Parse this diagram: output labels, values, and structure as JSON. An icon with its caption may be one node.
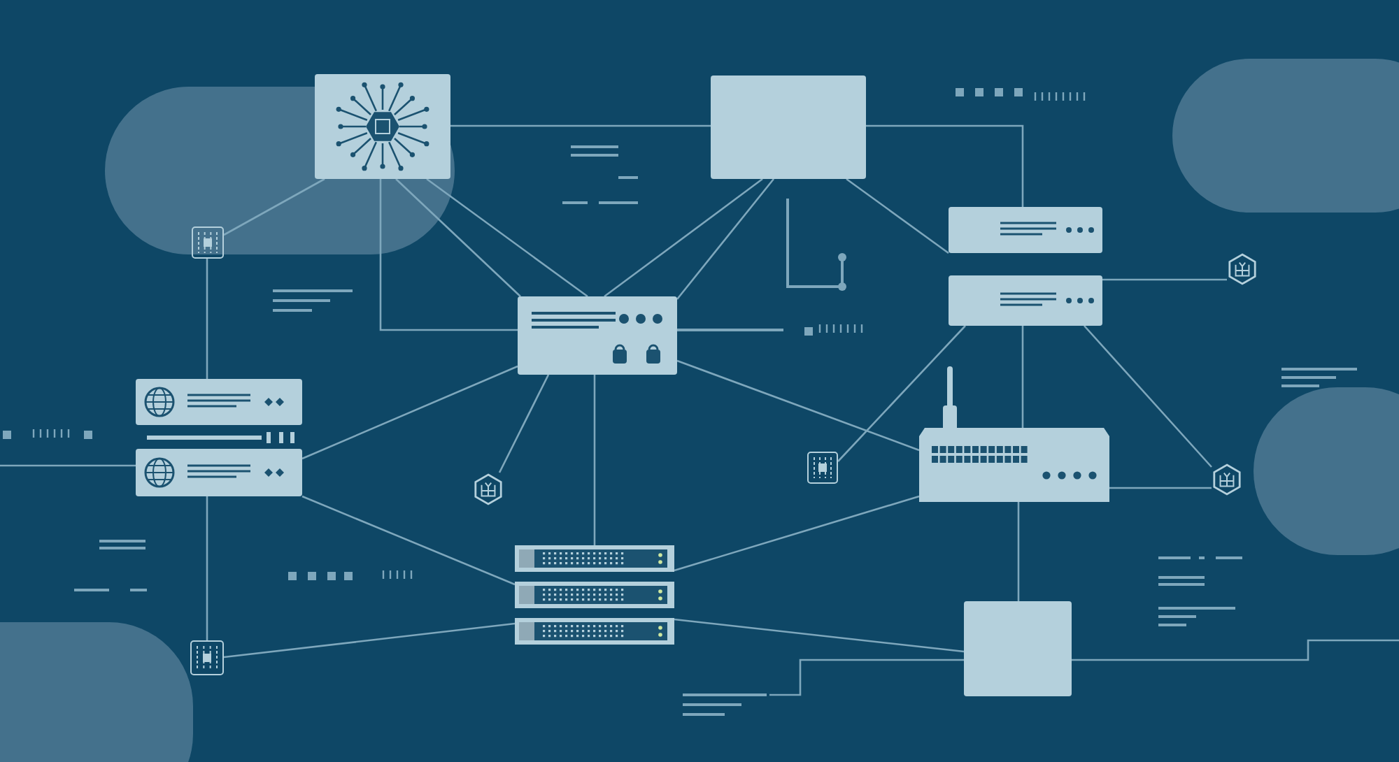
{
  "diagram": {
    "nodes": [
      {
        "text": [],
        "shape": "box"
      },
      {
        "text": [],
        "shape": "box"
      },
      {
        "text": [],
        "shape": "picture"
      },
      {
        "text": [],
        "shape": "box"
      },
      {
        "text": [],
        "shape": "box"
      },
      {
        "text": [],
        "shape": "box"
      },
      {
        "text": [],
        "shape": "picture"
      },
      {
        "text": [],
        "shape": "box"
      },
      {
        "text": [],
        "shape": "box"
      },
      {
        "text": [],
        "shape": "picture"
      },
      {
        "text": [],
        "shape": "picture"
      },
      {
        "text": [],
        "shape": "picture"
      },
      {
        "text": [],
        "shape": "picture"
      },
      {
        "text": [],
        "shape": "picture"
      },
      {
        "text": [],
        "shape": "picture"
      },
      {
        "text": [],
        "shape": "box"
      }
    ],
    "edges": [
      {
        "from": 0,
        "to": 1,
        "arrow": "none"
      },
      {
        "from": 0,
        "to": 2,
        "arrow": "none"
      },
      {
        "from": 0,
        "to": 3,
        "arrow": "none"
      },
      {
        "from": 0,
        "to": 3,
        "arrow": "none"
      },
      {
        "from": 0,
        "to": 3,
        "arrow": "none"
      },
      {
        "from": 1,
        "to": 3,
        "arrow": "none"
      },
      {
        "from": 1,
        "to": 3,
        "arrow": "none"
      },
      {
        "from": 1,
        "to": 4,
        "arrow": "none"
      },
      {
        "from": 1,
        "to": 4,
        "arrow": "none"
      },
      {
        "from": 2,
        "to": 7,
        "arrow": "none"
      },
      {
        "from": 3,
        "to": 8,
        "arrow": "none"
      },
      {
        "from": 3,
        "to": 9,
        "arrow": "none"
      },
      {
        "from": 3,
        "to": 13,
        "arrow": "none"
      },
      {
        "from": 3,
        "to": 11,
        "arrow": "none"
      },
      {
        "from": 5,
        "to": 6,
        "arrow": "none"
      },
      {
        "from": 5,
        "to": 10,
        "arrow": "none"
      },
      {
        "from": 5,
        "to": 11,
        "arrow": "none"
      },
      {
        "from": 5,
        "to": 12,
        "arrow": "none"
      },
      {
        "from": 11,
        "to": 12,
        "arrow": "none"
      },
      {
        "from": 11,
        "to": 15,
        "arrow": "none"
      },
      {
        "from": 11,
        "to": 13,
        "arrow": "none"
      },
      {
        "from": 13,
        "to": 15,
        "arrow": "none"
      },
      {
        "from": 8,
        "to": 13,
        "arrow": "none"
      },
      {
        "from": 14,
        "to": 13,
        "arrow": "none"
      },
      {
        "from": 8,
        "to": 14,
        "arrow": "none"
      },
      {
        "from": 15,
        "to": null,
        "arrow": "none"
      },
      {
        "from": null,
        "to": 15,
        "arrow": "none"
      },
      {
        "from": null,
        "to": 8,
        "arrow": "none"
      }
    ]
  }
}
